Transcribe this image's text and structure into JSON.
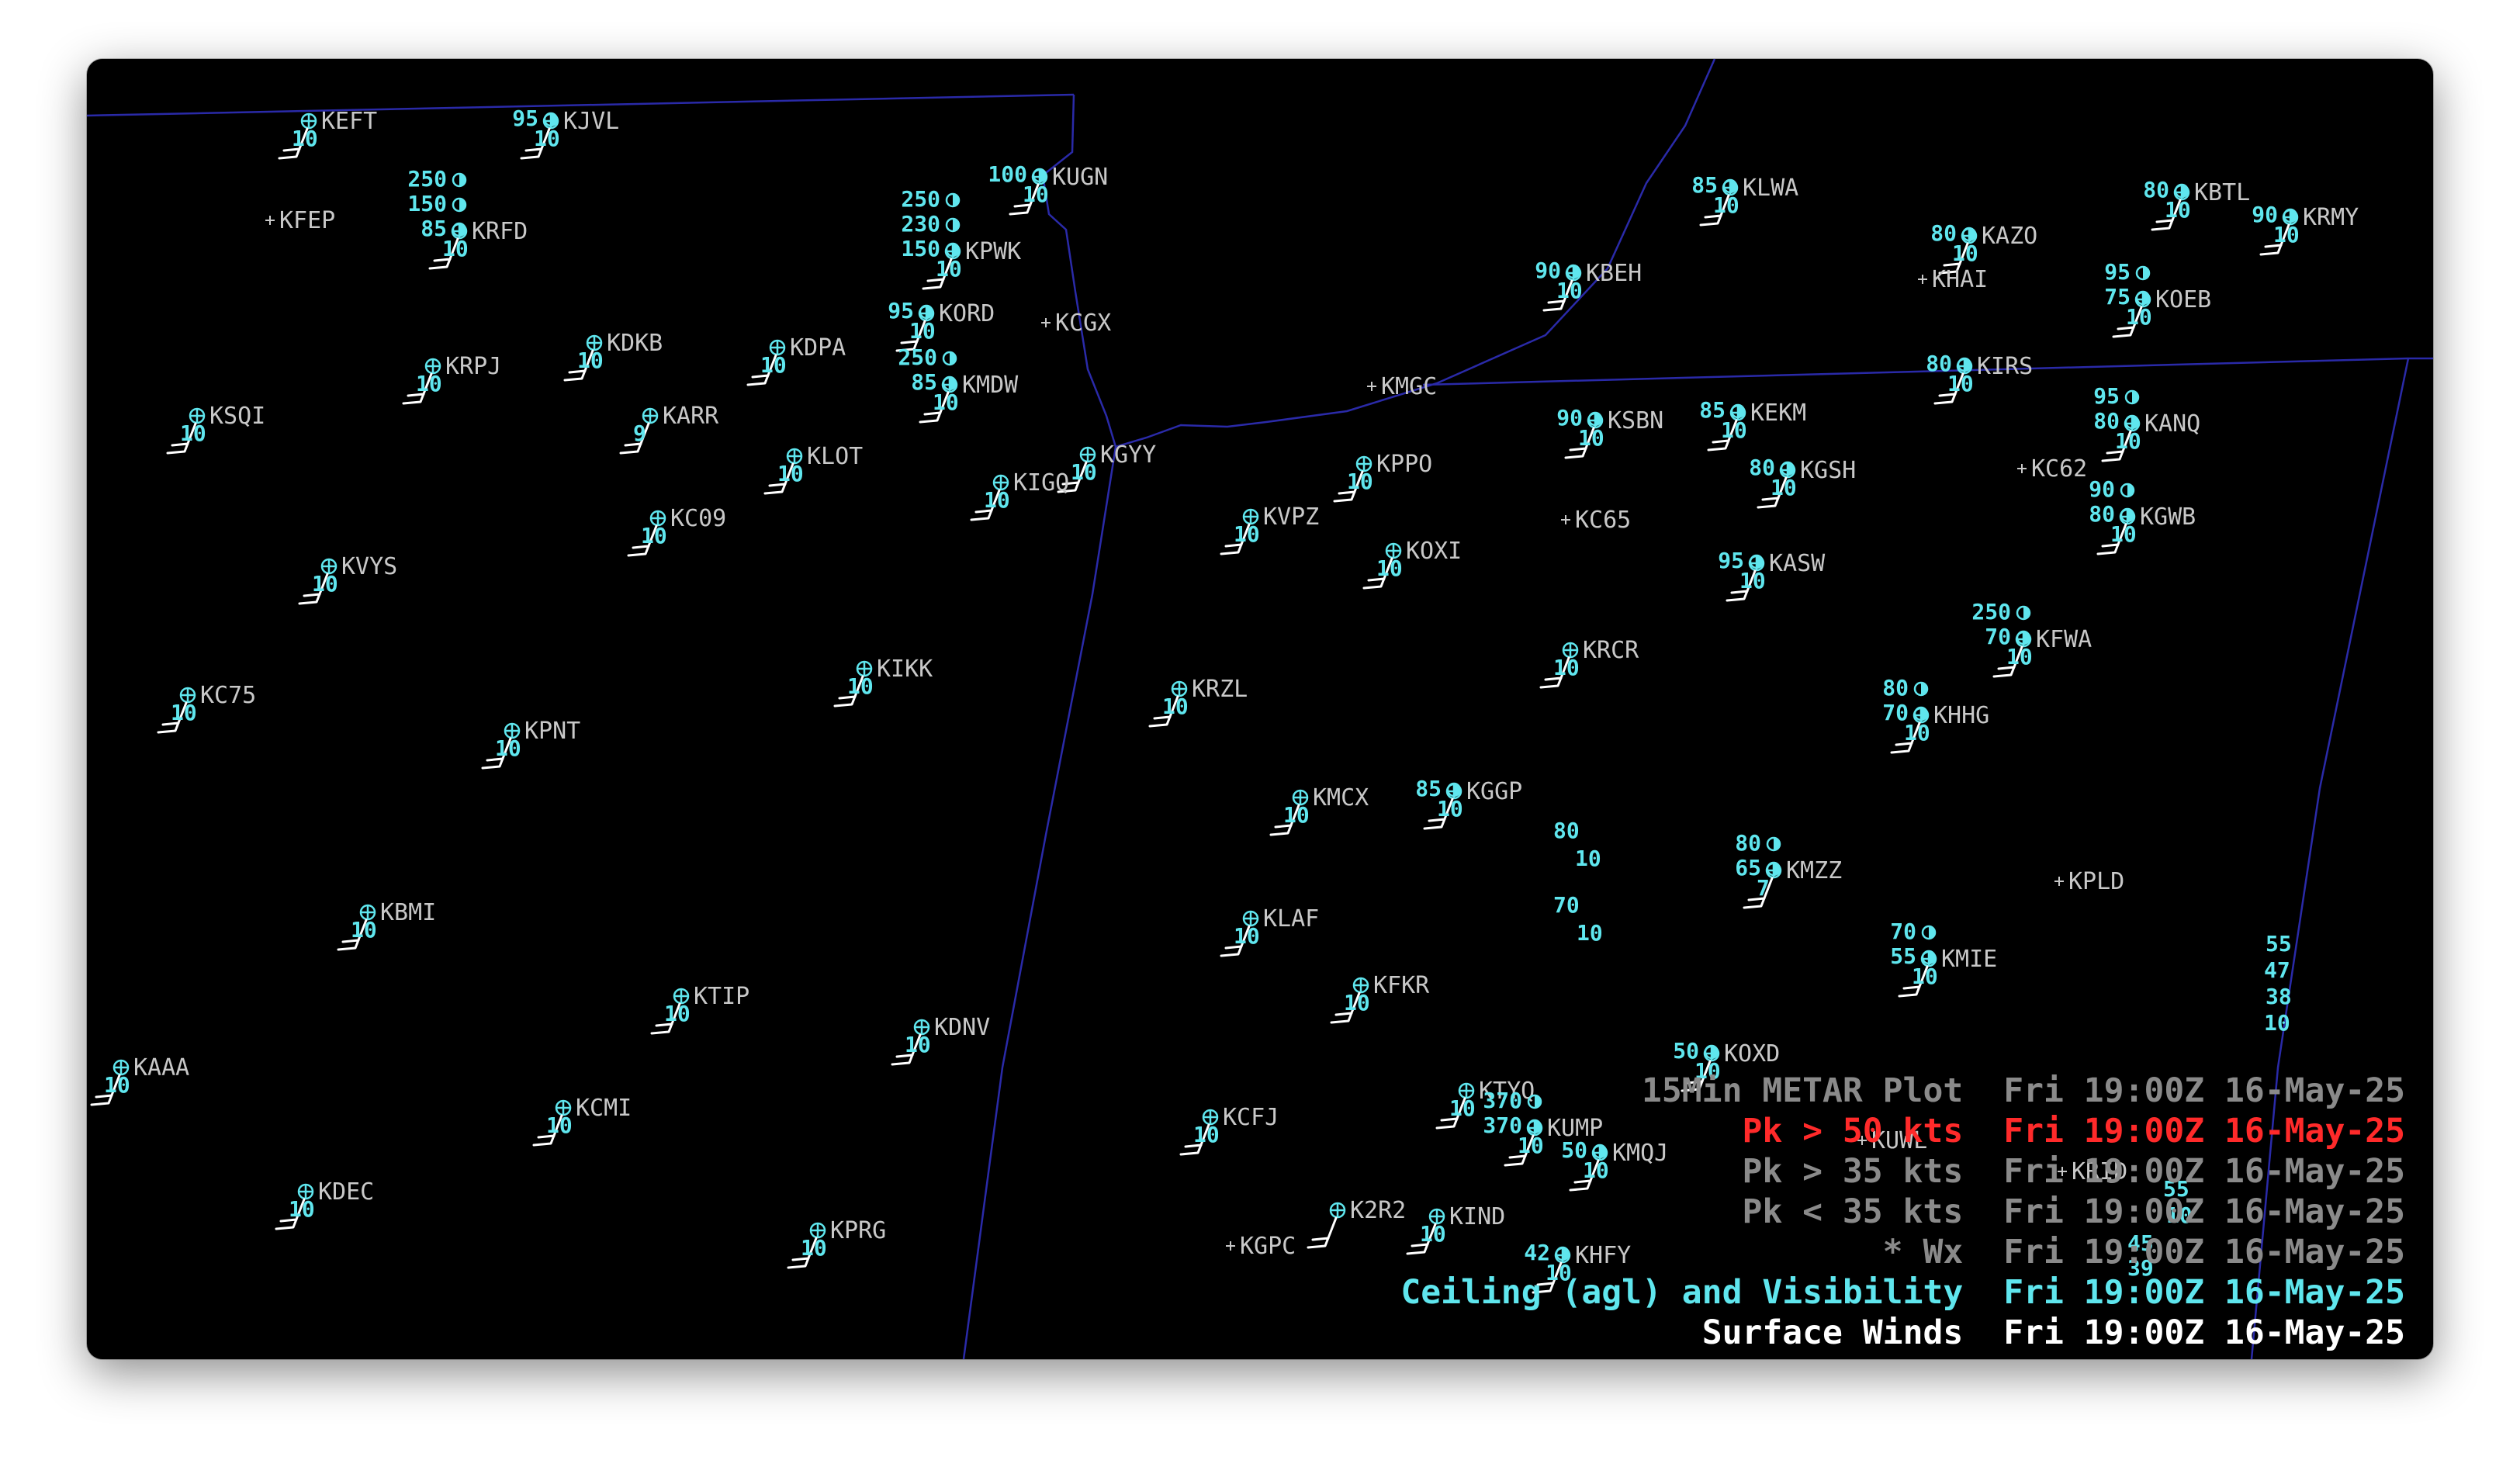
{
  "legend": [
    {
      "label": "15Min METAR Plot",
      "time": "Fri 19:00Z 16-May-25",
      "color": "#8a8a8a"
    },
    {
      "label": "Pk > 50 kts",
      "time": "Fri 19:00Z 16-May-25",
      "color": "#ff2a2a"
    },
    {
      "label": "Pk > 35 kts",
      "time": "Fri 19:00Z 16-May-25",
      "color": "#8a8a8a"
    },
    {
      "label": "Pk < 35 kts",
      "time": "Fri 19:00Z 16-May-25",
      "color": "#8a8a8a"
    },
    {
      "label": "* Wx",
      "time": "Fri 19:00Z 16-May-25",
      "color": "#8a8a8a"
    },
    {
      "label": "Ceiling (agl) and Visibility",
      "time": "Fri 19:00Z 16-May-25",
      "color": "#5fe6ee"
    },
    {
      "label": "Surface Winds",
      "time": "Fri 19:00Z 16-May-25",
      "color": "#ffffff"
    }
  ],
  "stations": [
    {
      "id": "KEFT",
      "vis": "10",
      "ceil": []
    },
    {
      "id": "KJVL",
      "vis": "10",
      "ceil": [
        "95"
      ]
    },
    {
      "id": "KUGN",
      "vis": "10",
      "ceil": [
        "100"
      ]
    },
    {
      "id": "KLWA",
      "vis": "10",
      "ceil": [
        "85"
      ]
    },
    {
      "id": "KBTL",
      "vis": "10",
      "ceil": [
        "80"
      ]
    },
    {
      "id": "KRMY",
      "vis": "10",
      "ceil": [
        "90"
      ]
    },
    {
      "id": "KRFD",
      "vis": "10",
      "ceil": [
        "250",
        "150",
        "85"
      ]
    },
    {
      "id": "KFEP",
      "vis": "",
      "ceil": []
    },
    {
      "id": "KPWK",
      "vis": "10",
      "ceil": [
        "250",
        "230",
        "150"
      ]
    },
    {
      "id": "KAZO",
      "vis": "10",
      "ceil": [
        "80"
      ]
    },
    {
      "id": "KBEH",
      "vis": "10",
      "ceil": [
        "90"
      ]
    },
    {
      "id": "KHAI",
      "vis": "",
      "ceil": []
    },
    {
      "id": "KOEB",
      "vis": "10",
      "ceil": [
        "95",
        "75"
      ]
    },
    {
      "id": "KORD",
      "vis": "10",
      "ceil": [
        "95"
      ]
    },
    {
      "id": "KDKB",
      "vis": "10",
      "ceil": []
    },
    {
      "id": "KDPA",
      "vis": "10",
      "ceil": []
    },
    {
      "id": "KCGX",
      "vis": "",
      "ceil": []
    },
    {
      "id": "KMDW",
      "vis": "10",
      "ceil": [
        "250",
        "85"
      ]
    },
    {
      "id": "KRPJ",
      "vis": "10",
      "ceil": []
    },
    {
      "id": "KIRS",
      "vis": "10",
      "ceil": [
        "80"
      ]
    },
    {
      "id": "KSQI",
      "vis": "10",
      "ceil": []
    },
    {
      "id": "KARR",
      "vis": "9",
      "ceil": []
    },
    {
      "id": "KMGC",
      "vis": "",
      "ceil": []
    },
    {
      "id": "KSBN",
      "vis": "10",
      "ceil": [
        "90"
      ]
    },
    {
      "id": "KEKM",
      "vis": "10",
      "ceil": [
        "85"
      ]
    },
    {
      "id": "KANQ",
      "vis": "10",
      "ceil": [
        "95",
        "80"
      ]
    },
    {
      "id": "KGYY",
      "vis": "10",
      "ceil": []
    },
    {
      "id": "KLOT",
      "vis": "10",
      "ceil": []
    },
    {
      "id": "KPPO",
      "vis": "10",
      "ceil": []
    },
    {
      "id": "KGSH",
      "vis": "10",
      "ceil": [
        "80"
      ]
    },
    {
      "id": "KIGQ",
      "vis": "10",
      "ceil": []
    },
    {
      "id": "KC62",
      "vis": "",
      "ceil": []
    },
    {
      "id": "KVPZ",
      "vis": "10",
      "ceil": []
    },
    {
      "id": "KC09",
      "vis": "10",
      "ceil": []
    },
    {
      "id": "KC65",
      "vis": "",
      "ceil": []
    },
    {
      "id": "KGWB",
      "vis": "10",
      "ceil": [
        "90",
        "80"
      ]
    },
    {
      "id": "KOXI",
      "vis": "10",
      "ceil": []
    },
    {
      "id": "KASW",
      "vis": "10",
      "ceil": [
        "95"
      ]
    },
    {
      "id": "KVYS",
      "vis": "10",
      "ceil": []
    },
    {
      "id": "KFWA",
      "vis": "10",
      "ceil": [
        "250",
        "70"
      ]
    },
    {
      "id": "KRCR",
      "vis": "10",
      "ceil": []
    },
    {
      "id": "KIKK",
      "vis": "10",
      "ceil": []
    },
    {
      "id": "KHHG",
      "vis": "10",
      "ceil": [
        "80",
        "70"
      ]
    },
    {
      "id": "KC75",
      "vis": "10",
      "ceil": []
    },
    {
      "id": "KRZL",
      "vis": "10",
      "ceil": []
    },
    {
      "id": "KPNT",
      "vis": "10",
      "ceil": []
    },
    {
      "id": "KMCX",
      "vis": "10",
      "ceil": []
    },
    {
      "id": "KGGP",
      "vis": "10",
      "ceil": [
        "85"
      ]
    },
    {
      "id": "KMZZ",
      "vis": "7",
      "ceil": [
        "80",
        "65"
      ]
    },
    {
      "id": "KPLD",
      "vis": "",
      "ceil": []
    },
    {
      "id": "KBMI",
      "vis": "10",
      "ceil": []
    },
    {
      "id": "KLAF",
      "vis": "10",
      "ceil": []
    },
    {
      "id": "KMIE",
      "vis": "10",
      "ceil": [
        "70",
        "55"
      ]
    },
    {
      "id": "KFKR",
      "vis": "10",
      "ceil": []
    },
    {
      "id": "KTIP",
      "vis": "10",
      "ceil": []
    },
    {
      "id": "KDNV",
      "vis": "10",
      "ceil": []
    },
    {
      "id": "KAAA",
      "vis": "10",
      "ceil": []
    },
    {
      "id": "KCMI",
      "vis": "10",
      "ceil": []
    },
    {
      "id": "KTYQ",
      "vis": "10",
      "ceil": []
    },
    {
      "id": "KCFJ",
      "vis": "10",
      "ceil": []
    },
    {
      "id": "KDEC",
      "vis": "10",
      "ceil": []
    },
    {
      "id": "KIND",
      "vis": "10",
      "ceil": []
    },
    {
      "id": "KPRG",
      "vis": "10",
      "ceil": []
    },
    {
      "id": "KGPC",
      "vis": "",
      "ceil": []
    },
    {
      "id": "K2R2",
      "vis": "",
      "ceil": []
    },
    {
      "id": "KHFY",
      "vis": "10",
      "ceil": [
        "42"
      ]
    },
    {
      "id": "KUWL",
      "vis": "",
      "ceil": []
    },
    {
      "id": "KRID",
      "vis": "",
      "ceil": []
    },
    {
      "id": "KMQJ",
      "vis": "10",
      "ceil": [
        "50"
      ]
    },
    {
      "id": "KOXD",
      "vis": "10",
      "ceil": [
        "50"
      ]
    },
    {
      "id": "KUMP",
      "vis": "10",
      "ceil": [
        "370",
        "370"
      ]
    }
  ],
  "extra_numbers": [
    "80",
    "10",
    "70",
    "10",
    "55",
    "47",
    "38",
    "10",
    "55",
    "10",
    "45",
    "39"
  ]
}
